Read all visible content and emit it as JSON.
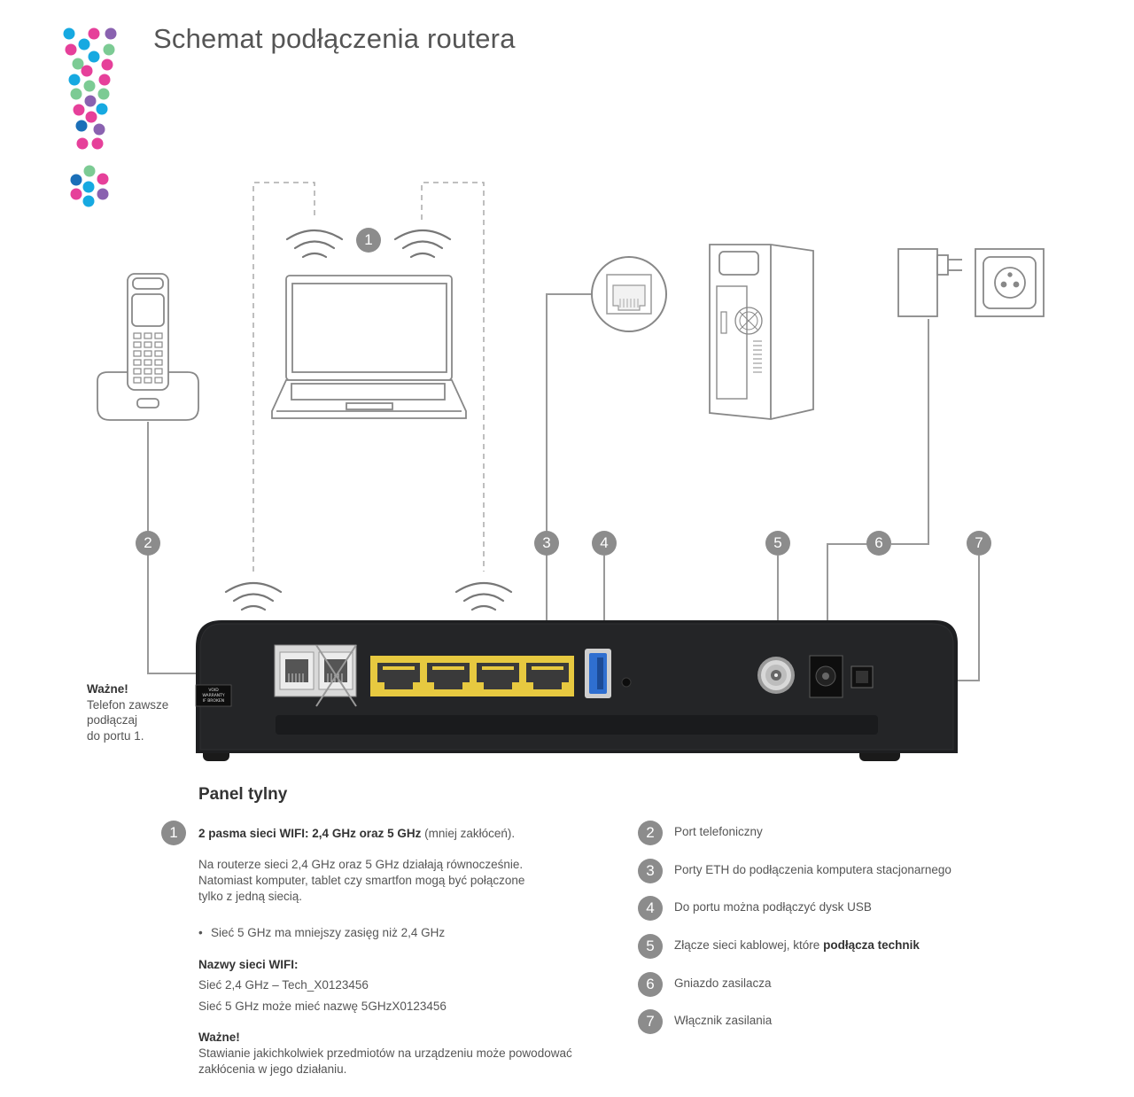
{
  "title": "Schemat podłączenia routera",
  "colors": {
    "pink": "#e6409a",
    "cyan": "#16a9e1",
    "green": "#7ccb94",
    "purple": "#8a62b0",
    "blue": "#1b6fb8",
    "badge": "#8c8c8c",
    "router": "#1e1f21",
    "eth": "#e7c940",
    "usb": "#2f6fd0"
  },
  "router_labels": {
    "void_line1": "VOID",
    "void_line2": "WARRANTY",
    "void_line3": "IF BROKEN"
  },
  "numbers": [
    "1",
    "2",
    "3",
    "4",
    "5",
    "6",
    "7"
  ],
  "note_left": {
    "heading": "Ważne!",
    "line1": "Telefon zawsze",
    "line2": "podłączaj",
    "line3": "do portu 1."
  },
  "panel_title": "Panel tylny",
  "item1": {
    "bold": "2 pasma sieci WIFI: 2,4 GHz oraz 5 GHz",
    "rest": " (mniej zakłóceń).",
    "para1": "Na routerze sieci 2,4 GHz oraz 5 GHz działają równocześnie.",
    "para2": "Natomiast komputer, tablet czy smartfon mogą być połączone",
    "para3": "tylko z jedną siecią.",
    "bullet": "Sieć 5 GHz ma mniejszy zasięg niż 2,4 GHz",
    "names_heading": "Nazwy sieci WIFI:",
    "name1": "Sieć 2,4 GHz – Tech_X0123456",
    "name2": "Sieć 5 GHz może mieć nazwę 5GHzX0123456",
    "warn_heading": "Ważne!",
    "warn1": "Stawianie jakichkolwiek przedmiotów na urządzeniu może powodować",
    "warn2": "zakłócenia w jego działaniu."
  },
  "legend": [
    {
      "num": "2",
      "text": "Port telefoniczny"
    },
    {
      "num": "3",
      "text": "Porty ETH do podłączenia komputera stacjonarnego"
    },
    {
      "num": "4",
      "text": "Do portu można podłączyć dysk USB"
    },
    {
      "num": "5",
      "text": "Złącze sieci kablowej, które ",
      "bold": "podłącza technik"
    },
    {
      "num": "6",
      "text": "Gniazdo zasilacza"
    },
    {
      "num": "7",
      "text": "Włącznik zasilania"
    }
  ]
}
